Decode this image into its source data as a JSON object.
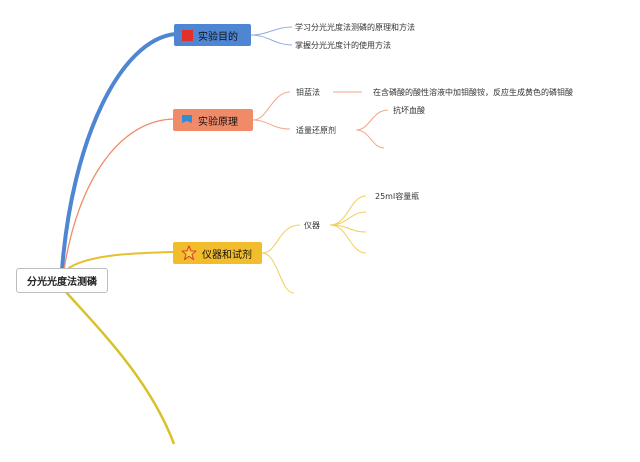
{
  "root": {
    "label": "分光光度法测磷"
  },
  "branches": [
    {
      "label": "实验目的",
      "icon": "red-square-icon",
      "color": "#4f86d3",
      "children": [
        "学习分光光度法测磷的原理和方法",
        "掌握分光光度计的使用方法"
      ]
    },
    {
      "label": "实验原理",
      "icon": "blue-flag-icon",
      "color": "#ef8b69",
      "children": [
        {
          "label": "钼蓝法",
          "detail": "在含磷酸的酸性溶液中加钼酸铵，反应生成黄色的磷钼酸"
        },
        {
          "label": "适量还原剂",
          "children": [
            "抗坏血酸"
          ]
        }
      ]
    },
    {
      "label": "仪器和试剂",
      "icon": "star-icon",
      "color": "#f2bd2c",
      "children": [
        {
          "label": "仪器",
          "children": [
            "25ml容量瓶"
          ]
        }
      ]
    }
  ]
}
